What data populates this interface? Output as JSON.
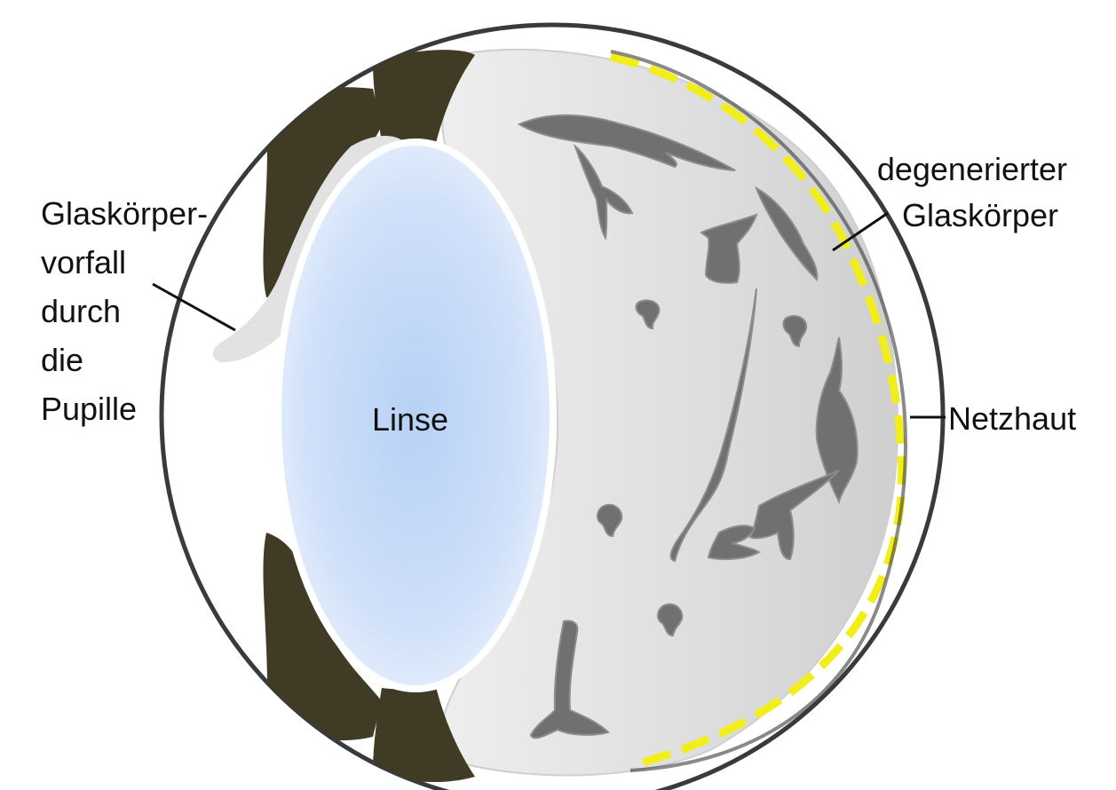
{
  "labels": {
    "vitreous_prolapse": [
      "Glaskörper-",
      "vorfall",
      "durch",
      "die",
      "Pupille"
    ],
    "lens": "Linse",
    "degenerated_vitreous": [
      "degenerierter",
      "Glaskörper"
    ],
    "retina": "Netzhaut"
  },
  "colors": {
    "background": "#ffffff",
    "eye_outline": "#3a3a3a",
    "iris": "#3f3b24",
    "lens_center": "#b9d3f7",
    "lens_edge": "#e6effc",
    "vitreous": "#d9d9d9",
    "floaters": "#6e6e6e",
    "retina_dash": "#f2ee1a",
    "leader_line": "#111111"
  }
}
